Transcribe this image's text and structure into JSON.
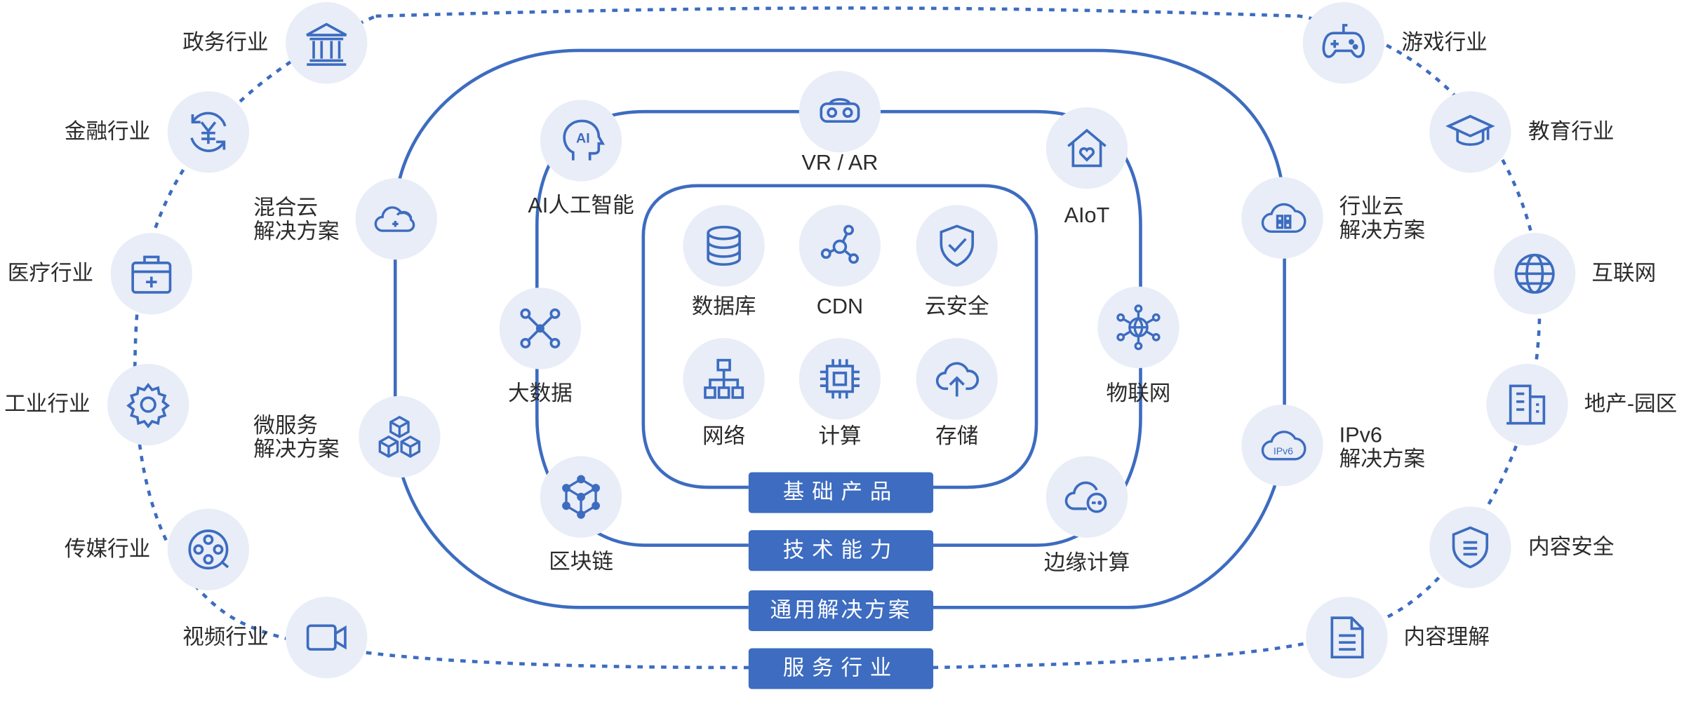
{
  "accent_color": "#3d6cc0",
  "node_fill": "#e8edf7",
  "banners": {
    "basic": "基础产品",
    "tech": "技术能力",
    "solutions": "通用解决方案",
    "industries": "服务行业"
  },
  "core_products": [
    "数据库",
    "CDN",
    "云安全",
    "网络",
    "计算",
    "存储"
  ],
  "tech_capabilities": [
    "VR / AR",
    "AI人工智能",
    "AIoT",
    "大数据",
    "物联网",
    "区块链",
    "边缘计算"
  ],
  "solutions": [
    "混合云\n解决方案",
    "微服务\n解决方案",
    "行业云\n解决方案",
    "IPv6\n解决方案"
  ],
  "industries": {
    "left": [
      "政务行业",
      "金融行业",
      "医疗行业",
      "工业行业",
      "传媒行业",
      "视频行业"
    ],
    "right": [
      "游戏行业",
      "教育行业",
      "互联网",
      "地产-园区",
      "内容安全",
      "内容理解"
    ]
  },
  "icon_text": {
    "ai": "AI",
    "ipv6": "IPv6"
  },
  "icons": [
    "database-icon",
    "cdn-icon",
    "shield-check-icon",
    "network-icon",
    "chip-icon",
    "cloud-upload-icon",
    "vr-headset-icon",
    "ai-head-icon",
    "smart-home-icon",
    "big-data-icon",
    "iot-globe-icon",
    "blockchain-icon",
    "edge-cloud-icon",
    "cloud-plus-icon",
    "cubes-icon",
    "cloud-grid-icon",
    "cloud-ipv6-icon",
    "government-icon",
    "finance-icon",
    "medical-icon",
    "gear-icon",
    "media-icon",
    "video-icon",
    "gamepad-icon",
    "graduation-cap-icon",
    "globe-icon",
    "building-icon",
    "shield-doc-icon",
    "document-icon"
  ]
}
